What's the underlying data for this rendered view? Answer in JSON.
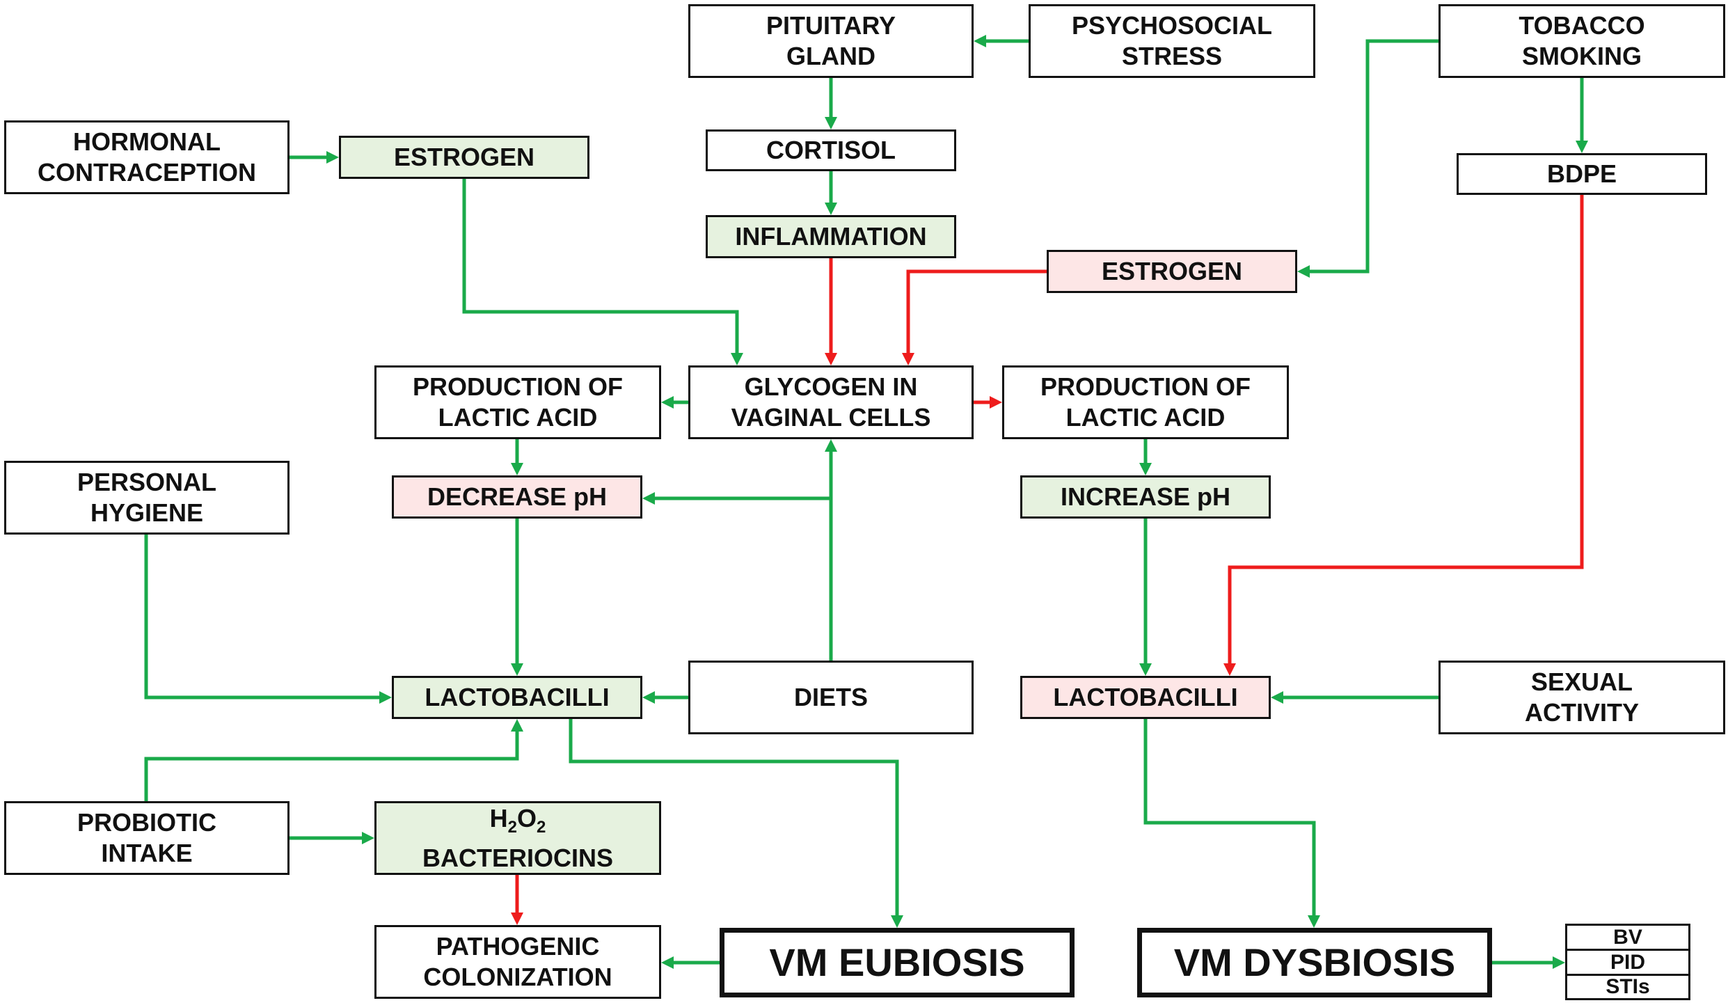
{
  "colors": {
    "border": "#111111",
    "green_fill": "#e6f2df",
    "pink_fill": "#fde6e6",
    "promote_arrow": "#1aaa4a",
    "inhibit_arrow": "#ee1c1c"
  },
  "nodes": {
    "pituitary": [
      "PITUITARY",
      "GLAND"
    ],
    "psychosocial": [
      "PSYCHOSOCIAL",
      "STRESS"
    ],
    "tobacco": [
      "TOBACCO",
      "SMOKING"
    ],
    "hormonal": [
      "HORMONAL",
      "CONTRACEPTION"
    ],
    "estrogen_left": [
      "ESTROGEN"
    ],
    "cortisol": [
      "CORTISOL"
    ],
    "bdpe": [
      "BDPE"
    ],
    "inflammation": [
      "INFLAMMATION"
    ],
    "estrogen_right": [
      "ESTROGEN"
    ],
    "lactic_left": [
      "PRODUCTION OF",
      "LACTIC ACID"
    ],
    "glycogen": [
      "GLYCOGEN IN",
      "VAGINAL CELLS"
    ],
    "lactic_right": [
      "PRODUCTION OF",
      "LACTIC ACID"
    ],
    "hygiene": [
      "PERSONAL",
      "HYGIENE"
    ],
    "decrease_ph": [
      "DECREASE pH"
    ],
    "increase_ph": [
      "INCREASE pH"
    ],
    "lacto_left": [
      "LACTOBACILLI"
    ],
    "diets": [
      "DIETS"
    ],
    "lacto_right": [
      "LACTOBACILLI"
    ],
    "sexual": [
      "SEXUAL",
      "ACTIVITY"
    ],
    "probiotic": [
      "PROBIOTIC",
      "INTAKE"
    ],
    "h2o2": {
      "base": "H",
      "sub1": "2",
      "mid": "O",
      "sub2": "2",
      "line2": "BACTERIOCINS"
    },
    "pathogenic": [
      "PATHOGENIC",
      "COLONIZATION"
    ],
    "eubiosis": [
      "VM EUBIOSIS"
    ],
    "dysbiosis": [
      "VM DYSBIOSIS"
    ],
    "outcomes": [
      "BV",
      "PID",
      "STIs"
    ]
  }
}
